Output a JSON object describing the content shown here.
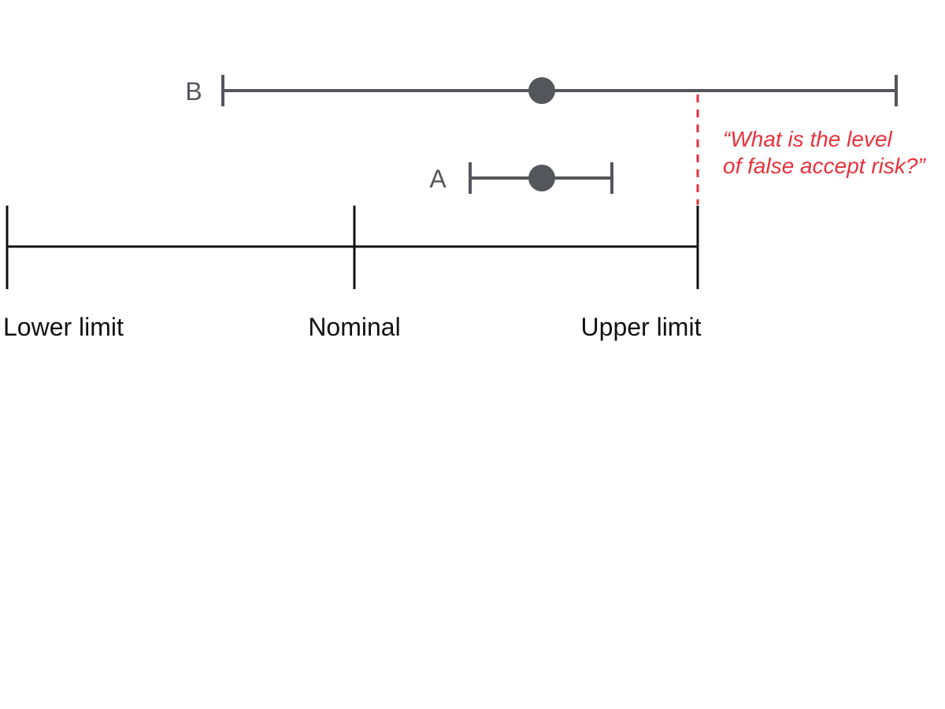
{
  "colors": {
    "scale": "#111111",
    "interval": "#55565c",
    "callout": "#e8323c",
    "background": "#ffffff"
  },
  "intervals": [
    {
      "label": "B"
    },
    {
      "label": "A"
    }
  ],
  "limits": {
    "lower": "Lower limit",
    "nominal": "Nominal",
    "upper": "Upper limit"
  },
  "callout": {
    "line1": "“What is the level",
    "line2": "of false accept risk?”"
  }
}
